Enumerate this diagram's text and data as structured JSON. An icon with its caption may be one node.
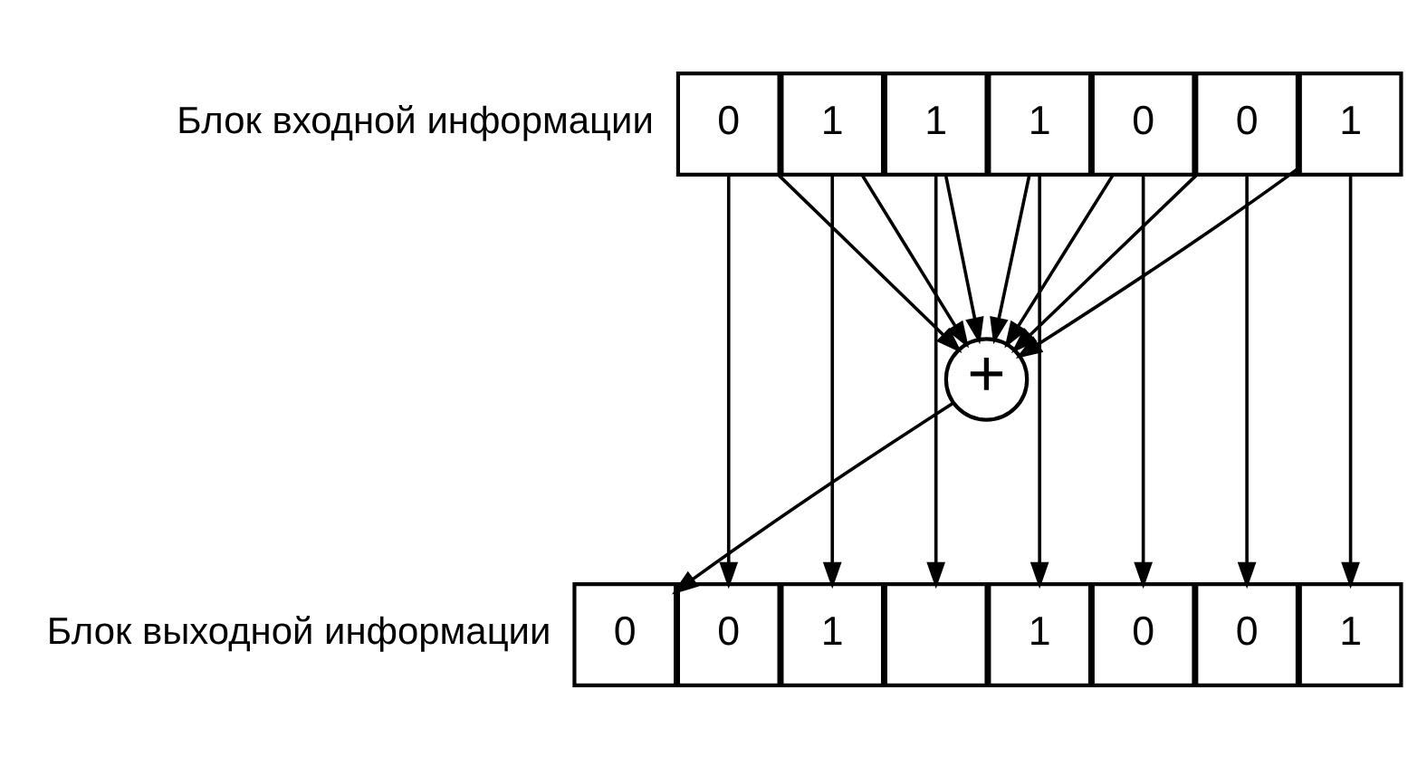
{
  "diagram": {
    "nodes": [
      {
        "text": [
          "0"
        ]
      },
      {
        "text": [
          "1"
        ]
      },
      {
        "text": [
          "1"
        ]
      },
      {
        "text": [
          "1"
        ]
      },
      {
        "text": [
          "0"
        ]
      },
      {
        "text": [
          "0"
        ]
      },
      {
        "text": [
          "1"
        ]
      },
      {
        "text": [
          "+"
        ]
      },
      {
        "text": [
          "0"
        ]
      },
      {
        "text": [
          "0"
        ]
      },
      {
        "text": [
          "1"
        ]
      },
      {
        "text": [],
        "shape": "box"
      },
      {
        "text": [
          "1"
        ]
      },
      {
        "text": [
          "0"
        ]
      },
      {
        "text": [
          "0"
        ]
      },
      {
        "text": [
          "1"
        ]
      }
    ],
    "edges": [
      {
        "from": 0,
        "to": 7,
        "arrow": "to"
      },
      {
        "from": 1,
        "to": 7,
        "arrow": "to"
      },
      {
        "from": 2,
        "to": 7,
        "arrow": "to"
      },
      {
        "from": 3,
        "to": 7,
        "arrow": "to"
      },
      {
        "from": 4,
        "to": 7,
        "arrow": "to"
      },
      {
        "from": 5,
        "to": 7,
        "arrow": "to"
      },
      {
        "from": 6,
        "to": 7,
        "arrow": "to"
      },
      {
        "from": 7,
        "to": 8,
        "arrow": "to"
      },
      {
        "from": 0,
        "to": 9,
        "arrow": "to"
      },
      {
        "from": 1,
        "to": 10,
        "arrow": "to"
      },
      {
        "from": 2,
        "to": 11,
        "arrow": "to"
      },
      {
        "from": 3,
        "to": 12,
        "arrow": "to"
      },
      {
        "from": 4,
        "to": 13,
        "arrow": "to"
      },
      {
        "from": 5,
        "to": 14,
        "arrow": "to"
      },
      {
        "from": 6,
        "to": 15,
        "arrow": "to"
      }
    ],
    "labels": [
      "Блок входной информации",
      "Блок выходной информации"
    ]
  }
}
